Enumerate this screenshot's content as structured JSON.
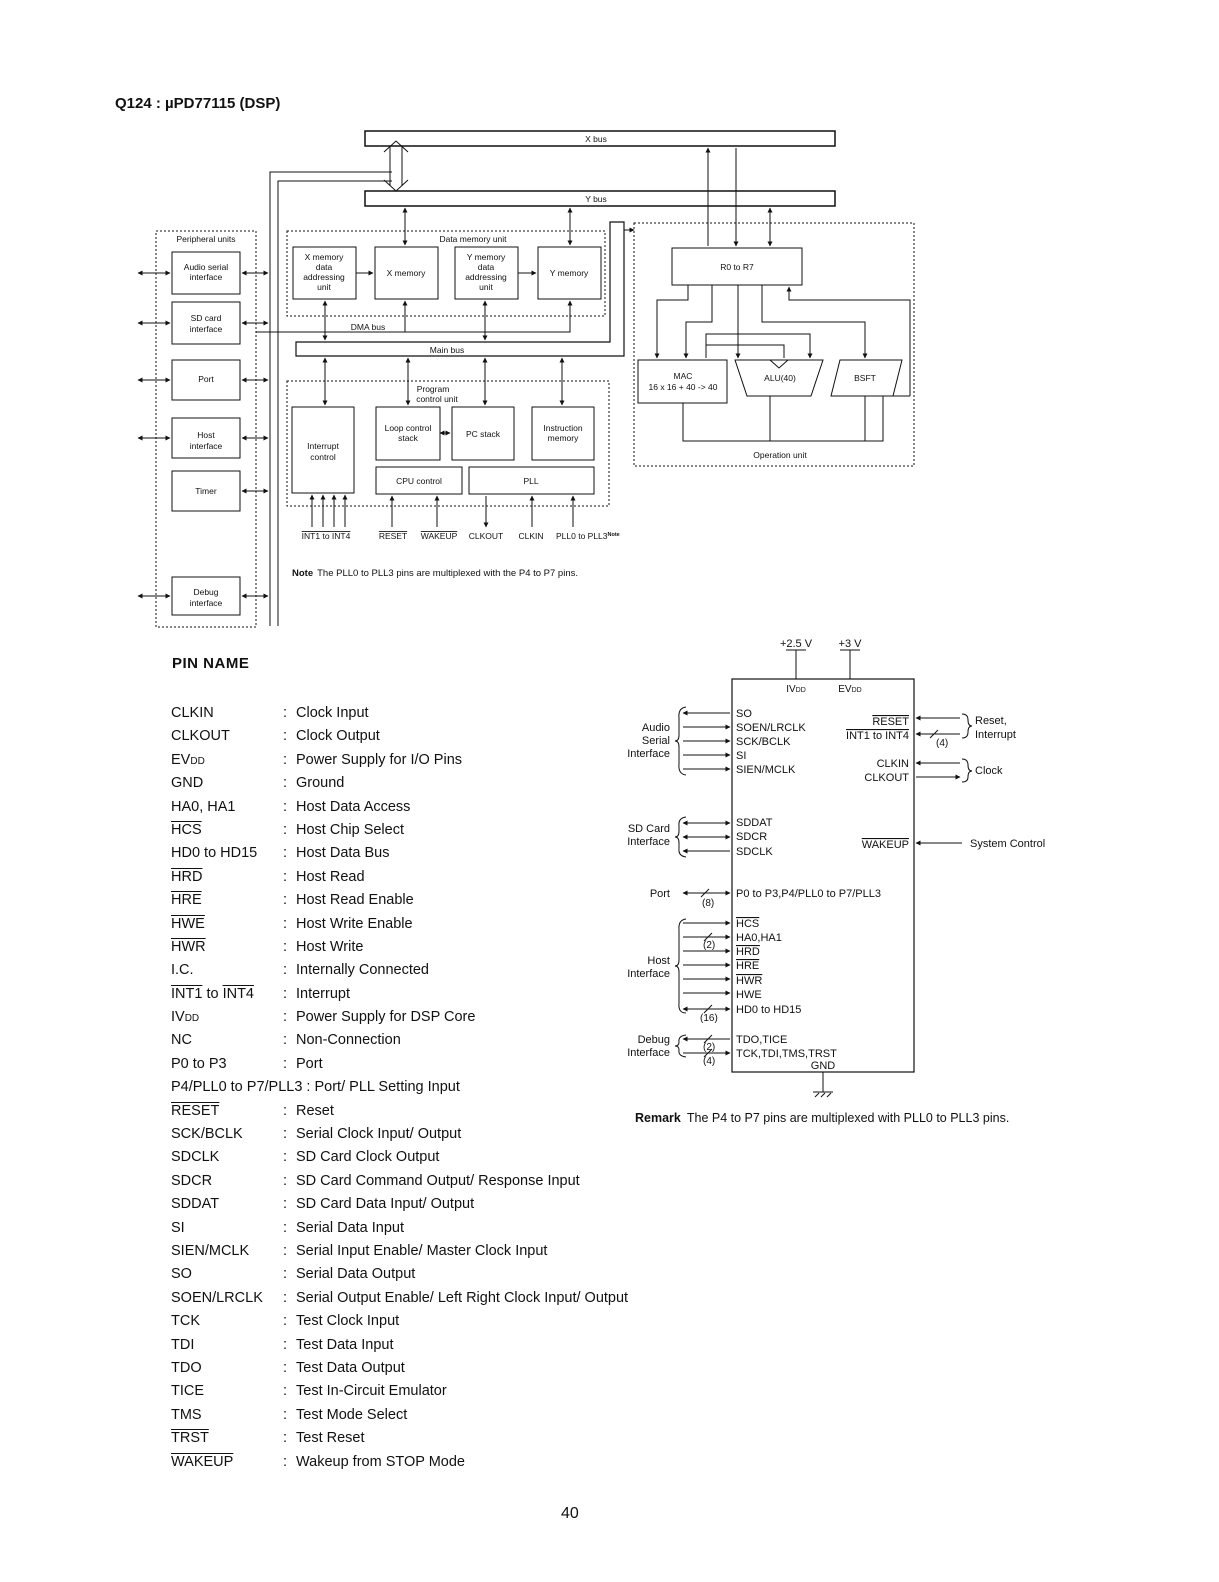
{
  "title": "Q124 : µPD77115 (DSP)",
  "block_diagram": {
    "x_bus": "X bus",
    "y_bus": "Y bus",
    "peripheral_units": "Peripheral units",
    "audio_serial_1": "Audio serial",
    "audio_serial_2": "interface",
    "sd_card_1": "SD card",
    "sd_card_2": "interface",
    "port": "Port",
    "host_1": "Host",
    "host_2": "interface",
    "timer": "Timer",
    "debug_1": "Debug",
    "debug_2": "interface",
    "data_memory_unit": "Data memory unit",
    "xmem_addr": [
      "X memory",
      "data",
      "addressing",
      "unit"
    ],
    "x_memory": "X memory",
    "ymem_addr": [
      "Y memory",
      "data",
      "addressing",
      "unit"
    ],
    "y_memory": "Y memory",
    "dma_bus": "DMA bus",
    "main_bus": "Main bus",
    "program_control_1": "Program",
    "program_control_2": "control unit",
    "interrupt_1": "Interrupt",
    "interrupt_2": "control",
    "loop_control_1": "Loop control",
    "loop_control_2": "stack",
    "pc_stack": "PC stack",
    "instruction_1": "Instruction",
    "instruction_2": "memory",
    "cpu_control": "CPU control",
    "pll": "PLL",
    "r0_r7": "R0 to R7",
    "mac_1": "MAC",
    "mac_2": "16 x 16 + 40 -> 40",
    "alu": "ALU(40)",
    "bsft": "BSFT",
    "operation_unit": "Operation unit",
    "int_pins": "INT1 to INT4",
    "reset": "RESET",
    "wakeup": "WAKEUP",
    "clkout": "CLKOUT",
    "clkin": "CLKIN",
    "pll_pins": "PLL0 to PLL3",
    "pll_note_mark": "Note",
    "note_label": "Note",
    "note_text": "The PLL0 to PLL3 pins are multiplexed with the P4 to P7 pins."
  },
  "pin_heading": "PIN  NAME",
  "pins": [
    {
      "name": "CLKIN",
      "desc": "Clock Input"
    },
    {
      "name": "CLKOUT",
      "desc": "Clock Output"
    },
    {
      "name": "EVDD",
      "desc": "Power Supply for I/O Pins"
    },
    {
      "name": "GND",
      "desc": "Ground"
    },
    {
      "name": "HA0, HA1",
      "desc": "Host Data Access"
    },
    {
      "name": "HCS",
      "desc": "Host Chip Select"
    },
    {
      "name": "HD0 to HD15",
      "desc": "Host Data Bus"
    },
    {
      "name": "HRD",
      "desc": "Host Read"
    },
    {
      "name": "HRE",
      "desc": "Host Read Enable"
    },
    {
      "name": "HWE",
      "desc": "Host Write Enable"
    },
    {
      "name": "HWR",
      "desc": "Host Write"
    },
    {
      "name": "I.C.",
      "desc": "Internally Connected"
    },
    {
      "name": "INT1 to INT4",
      "desc": "Interrupt"
    },
    {
      "name": "IVDD",
      "desc": "Power Supply for DSP Core"
    },
    {
      "name": "NC",
      "desc": "Non-Connection"
    },
    {
      "name": "P0 to P3",
      "desc": "Port"
    },
    {
      "full": "P4/PLL0 to P7/PLL3 : Port/ PLL Setting Input"
    },
    {
      "name": "RESET",
      "desc": "Reset"
    },
    {
      "name": "SCK/BCLK",
      "desc": "Serial Clock Input/ Output"
    },
    {
      "name": "SDCLK",
      "desc": "SD Card Clock Output"
    },
    {
      "name": "SDCR",
      "desc": "SD Card Command Output/ Response Input"
    },
    {
      "name": "SDDAT",
      "desc": "SD Card Data Input/ Output"
    },
    {
      "name": "SI",
      "desc": "Serial Data Input"
    },
    {
      "name": "SIEN/MCLK",
      "desc": "Serial Input Enable/ Master Clock Input"
    },
    {
      "name": "SO",
      "desc": "Serial Data Output"
    },
    {
      "name": "SOEN/LRCLK",
      "desc": "Serial Output Enable/ Left Right Clock Input/ Output"
    },
    {
      "name": "TCK",
      "desc": "Test Clock Input"
    },
    {
      "name": "TDI",
      "desc": "Test Data Input"
    },
    {
      "name": "TDO",
      "desc": "Test Data Output"
    },
    {
      "name": "TICE",
      "desc": "Test In-Circuit Emulator"
    },
    {
      "name": "TMS",
      "desc": "Test Mode Select"
    },
    {
      "name": "TRST",
      "desc": "Test Reset"
    },
    {
      "name": "WAKEUP",
      "desc": "Wakeup from STOP Mode"
    }
  ],
  "pin_diagram": {
    "v25": "+2.5 V",
    "v3": "+3 V",
    "ivdd": "IVDD",
    "evdd": "EVDD",
    "audio_1": "Audio",
    "audio_2": "Serial",
    "audio_3": "Interface",
    "so": "SO",
    "soen": "SOEN/LRCLK",
    "sck": "SCK/BCLK",
    "si": "SI",
    "sien": "SIEN/MCLK",
    "reset": "RESET",
    "int": "INT1 to INT4",
    "n4a": "(4)",
    "reset_label_1": "Reset,",
    "reset_label_2": "Interrupt",
    "clkin": "CLKIN",
    "clkout": "CLKOUT",
    "clock": "Clock",
    "sd_1": "SD Card",
    "sd_2": "Interface",
    "sddat": "SDDAT",
    "sdcr": "SDCR",
    "sdclk": "SDCLK",
    "wakeup": "WAKEUP",
    "system_control": "System Control",
    "port": "Port",
    "n8": "(8)",
    "p_pins": "P0 to P3,P4/PLL0 to P7/PLL3",
    "host_1": "Host",
    "host_2": "Interface",
    "hcs": "HCS",
    "ha": "HA0,HA1",
    "n2a": "(2)",
    "hrd": "HRD",
    "hre": "HRE",
    "hwr": "HWR",
    "hwe": "HWE",
    "hd": "HD0 to HD15",
    "n16": "(16)",
    "debug_1": "Debug",
    "debug_2": "Interface",
    "tdo": "TDO,TICE",
    "tck": "TCK,TDI,TMS,TRST",
    "n2b": "(2)",
    "n4b": "(4)",
    "gnd": "GND"
  },
  "remark_label": "Remark",
  "remark_text": "The P4 to P7 pins are multiplexed with PLL0 to PLL3 pins.",
  "page_number": "40"
}
